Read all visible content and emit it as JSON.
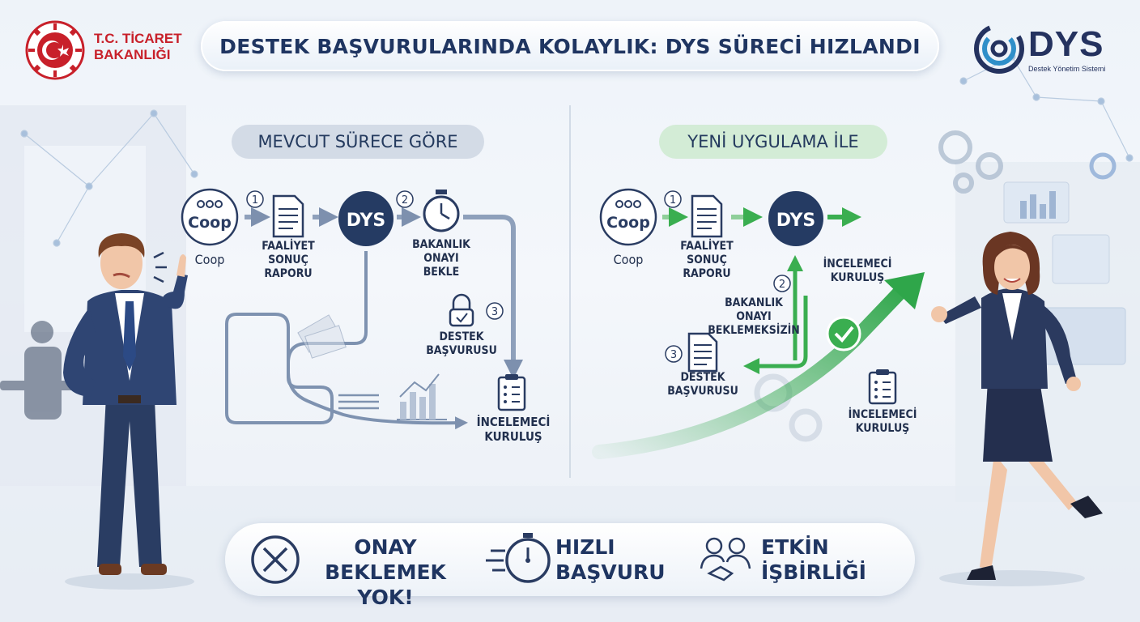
{
  "header": {
    "title": "DESTEK BAŞVURULARINDA KOLAYLIK: DYS SÜRECİ HIZLANDI",
    "left_logo_line1": "T.C. TİCARET",
    "left_logo_line2": "BAKANLIĞI",
    "right_logo_word": "DYS",
    "right_logo_sub": "Destek Yönetim Sistemi"
  },
  "old_process": {
    "heading": "MEVCUT SÜRECE GÖRE",
    "coop_label": "Coop",
    "coop_icon_text": "Coop",
    "step1_num": "1",
    "step1_label": "FAALİYET\nSONUÇ\nRAPORU",
    "dys_label": "DYS",
    "step2_num": "2",
    "step2_label": "BAKANLIK\nONAYI\nBEKLE",
    "step3_num": "3",
    "step3_label": "DESTEK\nBAŞVURUSU",
    "review_label": "İNCELEMECİ\nKURULUŞ"
  },
  "new_process": {
    "heading": "YENİ UYGULAMA İLE",
    "coop_label": "Coop",
    "coop_icon_text": "Coop",
    "step1_num": "1",
    "step1_label": "FAALİYET\nSONUÇ\nRAPORU",
    "dys_label": "DYS",
    "review_top_label": "İNCELEMECİ\nKURULUŞ",
    "step2_num": "2",
    "step2_label": "BAKANLIK\nONAYI\nBEKLEMEKSİZİN",
    "step3_num": "3",
    "step3_label": "DESTEK\nBAŞVURUSU",
    "review_bottom_label": "İNCELEMECİ\nKURULUŞ"
  },
  "benefits": [
    {
      "text": "ONAY\nBEKLEMEK YOK!",
      "icon": "x-circle-icon"
    },
    {
      "text": "HIZLI\nBAŞVURU",
      "icon": "stopwatch-icon"
    },
    {
      "text": "ETKİN\nİŞBİRLİĞİ",
      "icon": "handshake-icon"
    }
  ],
  "colors": {
    "navy": "#1f3561",
    "slate": "#6f83a3",
    "green": "#2fa64a",
    "brand_red": "#c8202a",
    "dys_circle": "#253b63"
  }
}
